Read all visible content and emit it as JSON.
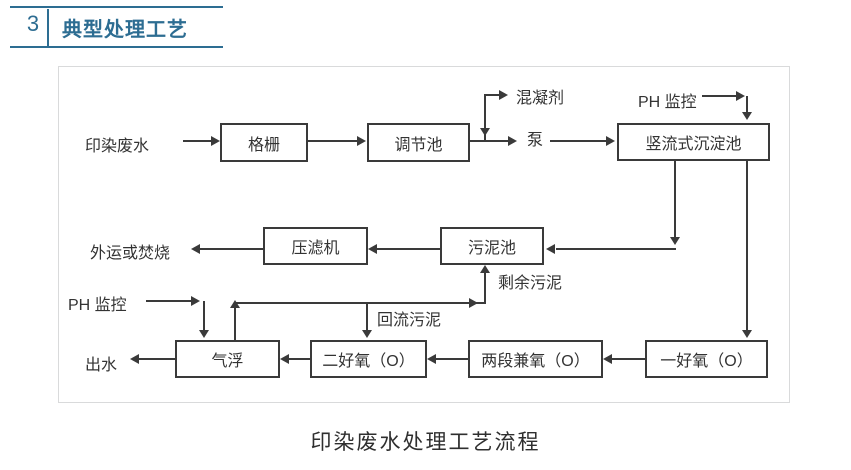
{
  "header": {
    "number": "3",
    "title": "典型处理工艺"
  },
  "caption": "印染废水处理工艺流程",
  "colors": {
    "accent": "#2d6d92",
    "diagram_line": "#3a3a3a",
    "frame_border": "#d9dadb",
    "text": "#333333"
  },
  "diagram": {
    "nodes": {
      "grating": "格栅",
      "regulating_tank": "调节池",
      "sedimentation_tank": "竖流式沉淀池",
      "filter_press": "压滤机",
      "sludge_tank": "污泥池",
      "air_flotation": "气浮",
      "aerobic_2": "二好氧（O）",
      "facultative": "两段兼氧（O）",
      "aerobic_1": "一好氧（O）"
    },
    "labels": {
      "influent": "印染废水",
      "coagulant": "混凝剂",
      "pump": "泵",
      "ph_monitor_top": "PH 监控",
      "ph_monitor_bottom": "PH 监控",
      "disposal": "外运或焚烧",
      "excess_sludge": "剩余污泥",
      "return_sludge": "回流污泥",
      "effluent": "出水"
    }
  }
}
